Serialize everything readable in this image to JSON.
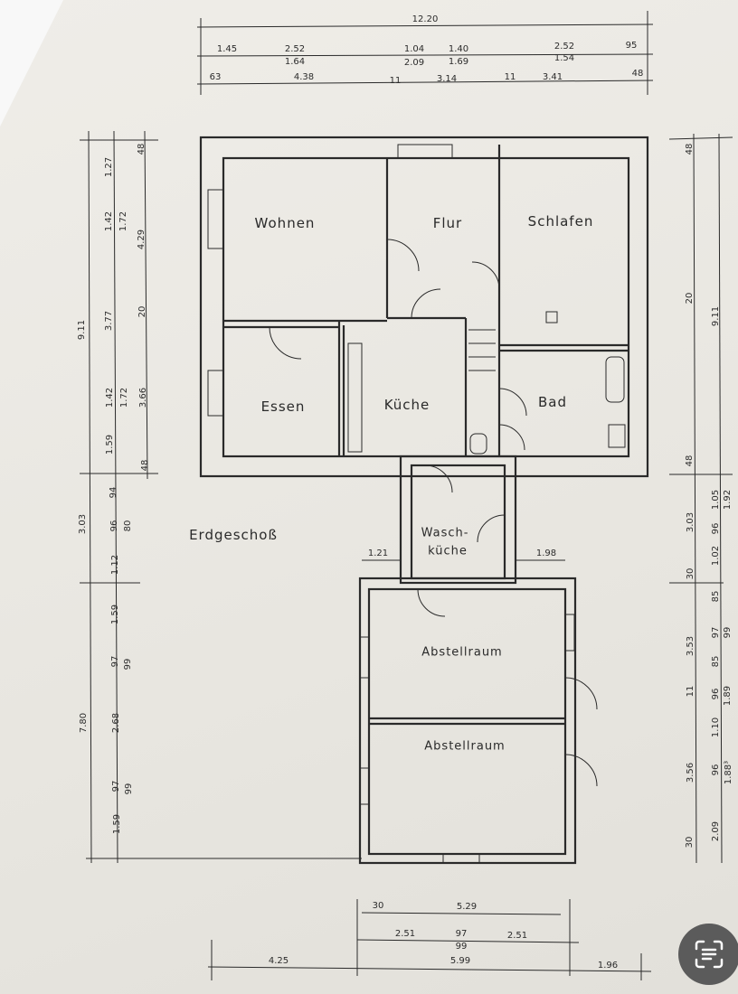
{
  "rooms": {
    "wohnen": "Wohnen",
    "flur": "Flur",
    "schlafen": "Schlafen",
    "essen": "Essen",
    "kueche": "Küche",
    "bad": "Bad",
    "wasch1": "Wasch-",
    "wasch2": "küche",
    "abstell1": "Abstellraum",
    "abstell2": "Abstellraum"
  },
  "floor_title": "Erdgeschoß",
  "top": {
    "total": "12.20",
    "r2": [
      "1.45",
      "2.52",
      "1.64",
      "1.04",
      "2.09",
      "1.40",
      "1.69",
      "2.52",
      "1.54",
      "95"
    ],
    "r3": [
      "63",
      "4.38",
      "11",
      "3.14",
      "11",
      "3.41",
      "48"
    ]
  },
  "left": {
    "c1": [
      "9.11",
      "3.03",
      "7.80"
    ],
    "c2": [
      "1.27",
      "1.42",
      "1.72",
      "3.77",
      "1.42",
      "1.72",
      "1.59",
      "94",
      "96",
      "80",
      "1.12",
      "1.59",
      "97",
      "99",
      "2.68",
      "97",
      "99",
      "1.59"
    ],
    "c3": [
      "48",
      "4.29",
      "20",
      "3.66",
      "48"
    ]
  },
  "right": {
    "c1": [
      "48",
      "20",
      "48",
      "3.03",
      "30",
      "3.53",
      "11",
      "3.56",
      "30"
    ],
    "c2": [
      "9.11",
      "1.05",
      "1.92",
      "96",
      "1.02",
      "85",
      "97",
      "99",
      "85",
      "96",
      "1.89",
      "1.10",
      "96",
      "1.88³",
      "2.09"
    ]
  },
  "annex": {
    "left": "1.21",
    "right": "1.98"
  },
  "bottom": {
    "r1": [
      "30",
      "5.29"
    ],
    "r2": [
      "2.51",
      "97",
      "99",
      "2.51"
    ],
    "r3": [
      "4.25",
      "5.99",
      "1.96"
    ]
  },
  "icons": {
    "scan": "text-scan-icon"
  }
}
